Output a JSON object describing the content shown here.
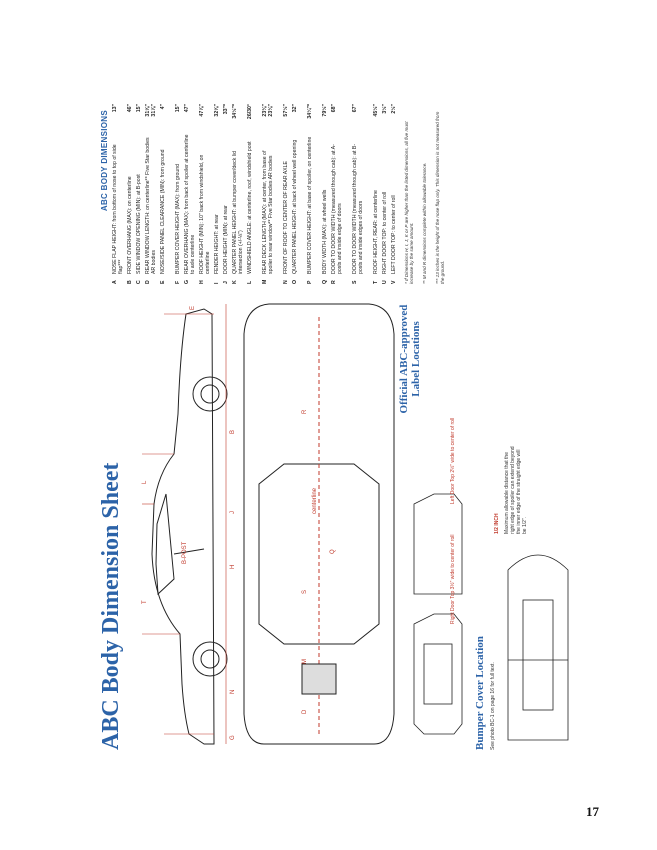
{
  "page": {
    "title": "ABC Body Dimension Sheet",
    "page_number": "17"
  },
  "specs": {
    "heading": "ABC BODY DIMENSIONS",
    "rows": [
      {
        "letter": "A",
        "text": "NOSE FLAP HEIGHT: from bottom of nose to top of side flap***",
        "value": "13\""
      },
      {
        "letter": "B",
        "text": "FRONT OVERHANG (MAX): on centerline",
        "value": "46\""
      },
      {
        "letter": "C",
        "text": "SIDE WINDOW OPENING (MIN): at B-post",
        "value": "15\""
      },
      {
        "letter": "D",
        "text": "REAR WINDOW LENGTH: on centerline** Five Star bodies AR bodies",
        "value": "31⅝\" 31⅞\""
      },
      {
        "letter": "E",
        "text": "NOSE/SIDE PANEL CLEARANCE (MIN): from ground",
        "value": "4\""
      },
      {
        "letter": "F",
        "text": "BUMPER COVER HEIGHT (MAX): from ground",
        "value": "15\""
      },
      {
        "letter": "G",
        "text": "REAR OVERHANG (MAX): from back of spoiler at centerline to axle centerline",
        "value": "47\""
      },
      {
        "letter": "H",
        "text": "ROOF HEIGHT (MIN): 10\" back from windshield, on centerline",
        "value": "47⅞\""
      },
      {
        "letter": "I",
        "text": "FENDER HEIGHT: at rear",
        "value": "32⅝\""
      },
      {
        "letter": "J",
        "text": "DOOR HEIGHT (MIN): at rear",
        "value": "33\"*"
      },
      {
        "letter": "K",
        "text": "QUARTER PANEL HEIGHT: at bumper cover/deck lid intersection (+/-⅛\")",
        "value": "34½\"*"
      },
      {
        "letter": "L",
        "text": "WINDSHIELD ANGLE: at centerline, roof, windshield post",
        "value": "26/30°"
      },
      {
        "letter": "M",
        "text": "REAR DECK LENGTH (MAX): at center, from base of spoiler to rear window** Five Star bodies AR bodies",
        "value": "23⅛\" 23⅛\""
      },
      {
        "letter": "N",
        "text": "FRONT OF ROOF TO CENTER OF REAR AXLE",
        "value": "57½\""
      },
      {
        "letter": "O",
        "text": "QUARTER PANEL HEIGHT: at back of wheel well opening",
        "value": "32\""
      },
      {
        "letter": "P",
        "text": "BUMPER COVER HEIGHT: at base of spoiler, on centerline",
        "value": "34¼\"*"
      },
      {
        "letter": "Q",
        "text": "BODY WIDTH (MAX): at wheel wells",
        "value": "79½\""
      },
      {
        "letter": "R",
        "text": "DOOR TO DOOR WIDTH (measured through cab): at A-posts and inside edge of doors",
        "value": "68\""
      },
      {
        "letter": "S",
        "text": "DOOR TO DOOR WIDTH (measured through cab): at B-posts and inside edges of doors",
        "value": "67\""
      },
      {
        "letter": "T",
        "text": "ROOF HEIGHT, REAR: at centerline",
        "value": "45½\""
      },
      {
        "letter": "U",
        "text": "RIGHT DOOR TOP: to center of roll",
        "value": "3½\""
      },
      {
        "letter": "V",
        "text": "LEFT DOOR TOP: to center of roll",
        "value": "2½\""
      }
    ],
    "footnotes": [
      "* If Dimensions H, I, J, K or P are higher than the listed dimensions, all five must increase by the same amount.",
      "** M and R dimensions complete within allowable tolerance.",
      "*** 13 inches is the height of the nose flap only. This dimension is not measured from the ground."
    ]
  },
  "labels": {
    "official_locations": "Official ABC-approved Label Locations",
    "bumper_cover_title": "Bumper Cover Location",
    "bumper_cover_note": "See photo BC-1 on page 16 for full text.",
    "half_inch": "1/2 INCH",
    "spoiler_note": "Maximum allowable distance that the right edge of spoiler can extend beyond the inner edge of the straight edge will be 1/2\".",
    "right_door_note": "Right Door Top 3½\" wide to center of roll",
    "left_door_note": "Left Door Top 2½\" wide to center of roll",
    "centerline": "centerline",
    "b_post": "B-POST"
  },
  "dimension_letters": [
    "A",
    "B",
    "C",
    "D",
    "E",
    "F",
    "G",
    "H",
    "I",
    "J",
    "K",
    "L",
    "M",
    "N",
    "O",
    "P",
    "Q",
    "R",
    "S",
    "T",
    "U",
    "V"
  ],
  "colors": {
    "accent_blue": "#2c63a8",
    "dimension_red": "#c0392b"
  }
}
